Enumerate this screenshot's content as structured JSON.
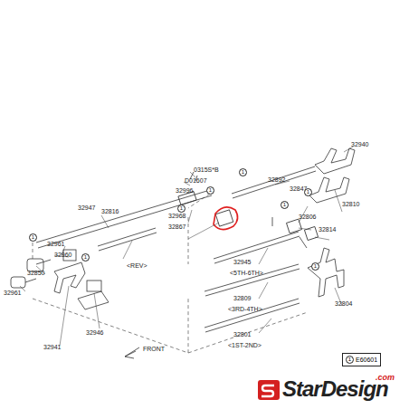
{
  "diagram": {
    "nodes": [
      {
        "text": [
          "1",
          "E60601"
        ]
      }
    ],
    "labels": [
      "0315S*B",
      "D01607",
      "32996",
      "32892",
      "32940",
      "32947",
      "32968",
      "32867",
      "32847",
      "32810",
      "32961",
      "32960",
      "32850",
      "32961",
      "32816",
      "<REV>",
      "32945",
      "<5TH-6TH>",
      "32806",
      "32814",
      "32809",
      "<3RD-4TH>",
      "32804",
      "32946",
      "32941",
      "32801",
      "<1ST-2ND>",
      "FRONT",
      "1",
      "1",
      "1",
      "1",
      "1",
      "1",
      "1",
      "1",
      "StarDesign",
      ".com"
    ]
  }
}
